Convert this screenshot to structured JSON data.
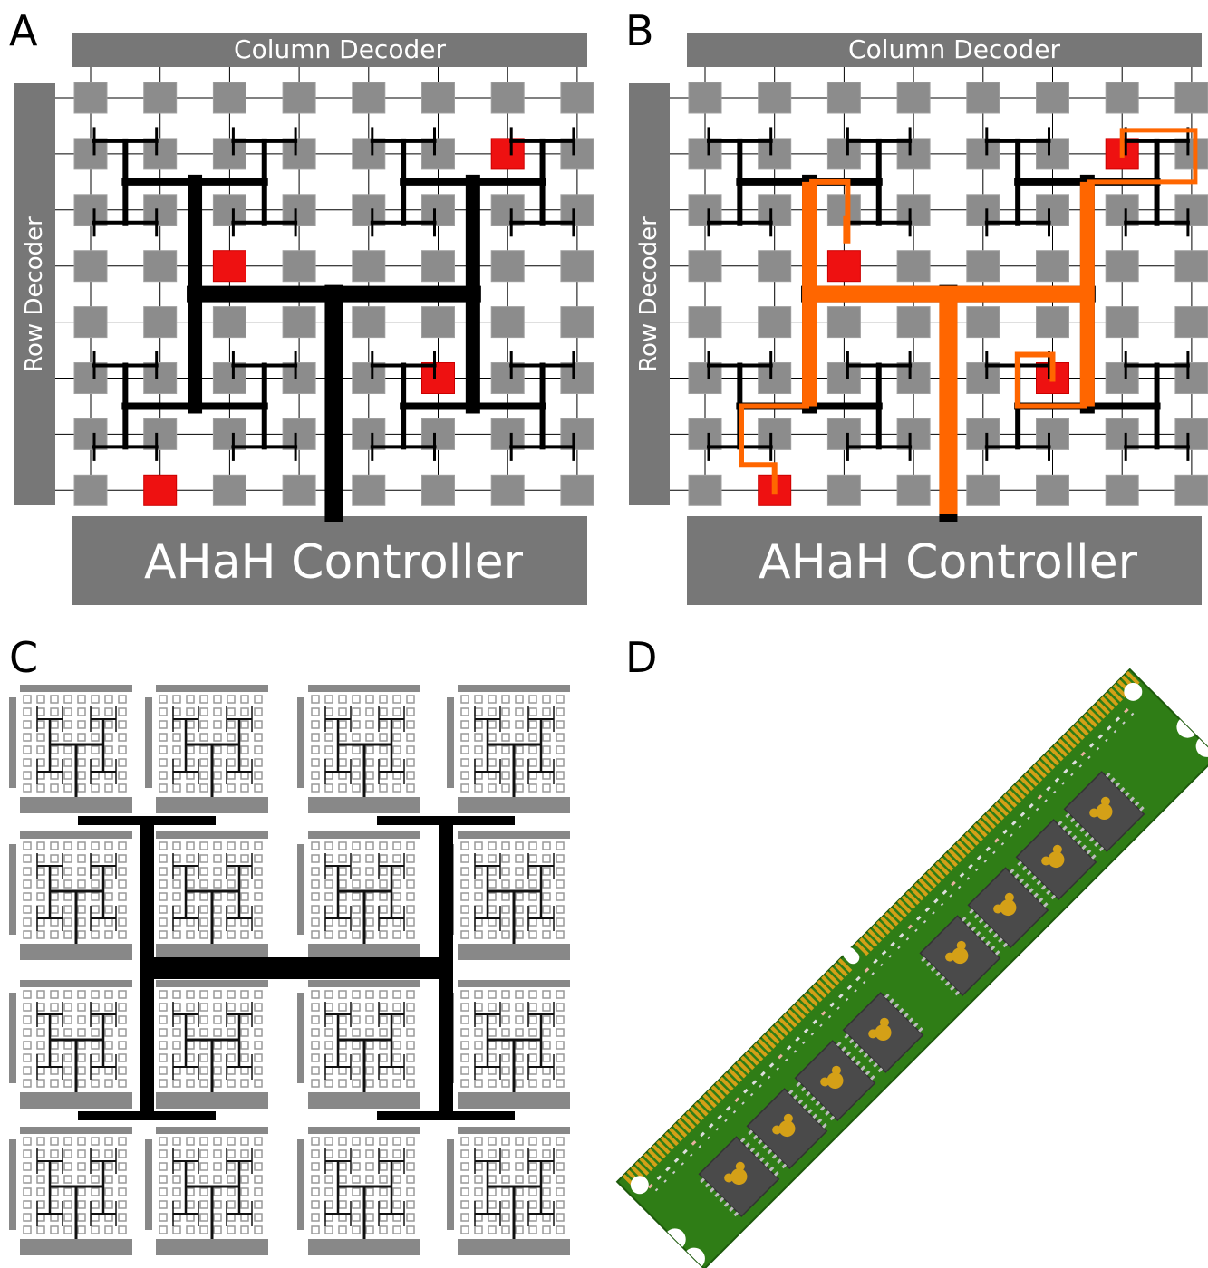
{
  "panels": {
    "a": {
      "letter": "A",
      "column_decoder": "Column Decoder",
      "row_decoder": "Row Decoder",
      "controller": "AHaH Controller"
    },
    "b": {
      "letter": "B",
      "column_decoder": "Column Decoder",
      "row_decoder": "Row Decoder",
      "controller": "AHaH Controller"
    },
    "c": {
      "letter": "C"
    },
    "d": {
      "letter": "D"
    }
  },
  "grid": {
    "rows": 8,
    "cols": 8
  },
  "active_cells": {
    "a": [
      [
        1,
        6
      ],
      [
        3,
        2
      ],
      [
        5,
        5
      ],
      [
        7,
        1
      ]
    ],
    "b": [
      [
        1,
        6
      ],
      [
        3,
        2
      ],
      [
        5,
        5
      ],
      [
        7,
        1
      ]
    ]
  },
  "colors": {
    "decoder_gray": "#777777",
    "cell_gray": "#8c8c8c",
    "active_red": "#ee1111",
    "bus_black": "#000000",
    "route_orange": "#ff6600",
    "pcb_green": "#2f7d16",
    "contact_gold": "#d4a017",
    "chip_gray": "#4a4a4a"
  }
}
